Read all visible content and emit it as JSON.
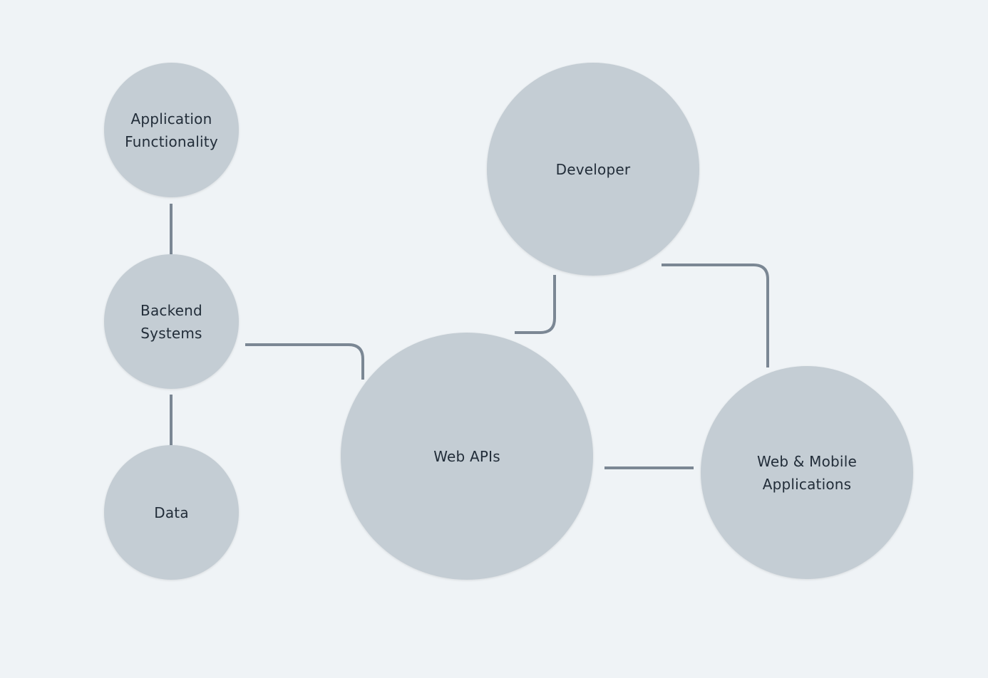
{
  "diagram": {
    "nodes": {
      "application_functionality": "Application\nFunctionality",
      "backend_systems": "Backend\nSystems",
      "data": "Data",
      "web_apis": "Web APIs",
      "developer": "Developer",
      "web_mobile_applications": "Web & Mobile\nApplications"
    },
    "edges": [
      [
        "application_functionality",
        "backend_systems"
      ],
      [
        "backend_systems",
        "data"
      ],
      [
        "backend_systems",
        "web_apis"
      ],
      [
        "web_apis",
        "developer"
      ],
      [
        "developer",
        "web_mobile_applications"
      ],
      [
        "web_apis",
        "web_mobile_applications"
      ]
    ],
    "colors": {
      "background": "#eff3f6",
      "node_fill": "#c4cdd4",
      "connector": "#7b8794",
      "text": "#222d39"
    }
  }
}
